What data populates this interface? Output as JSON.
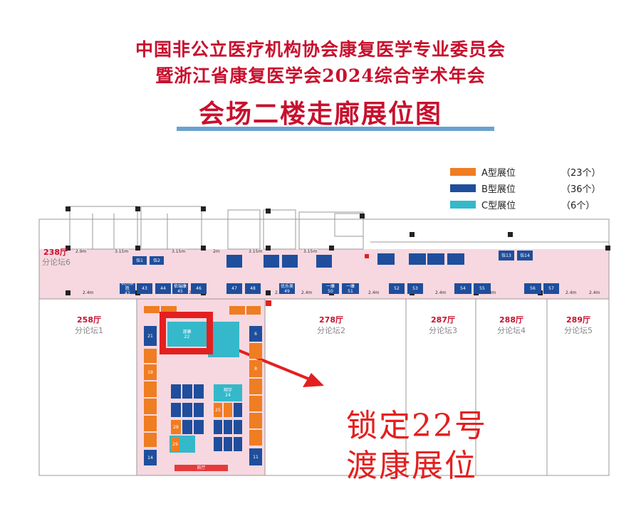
{
  "title": {
    "line1": "中国非公立医疗机构协会康复医学专业委员会",
    "line2": "暨浙江省康复医学会2024综合学术年会",
    "line3": "会场二楼走廊展位图"
  },
  "legend": [
    {
      "label": "A型展位",
      "count": "（23个）",
      "color": "#ef7d22"
    },
    {
      "label": "B型展位",
      "count": "（36个）",
      "color": "#1f4e9c"
    },
    {
      "label": "C型展位",
      "count": "（6个）",
      "color": "#35b8c9"
    }
  ],
  "halls": [
    {
      "name": "238厅",
      "sub": "分论坛6"
    },
    {
      "name": "258厅",
      "sub": "分论坛1"
    },
    {
      "name": "278厅",
      "sub": "分论坛2"
    },
    {
      "name": "287厅",
      "sub": "分论坛3"
    },
    {
      "name": "288厅",
      "sub": "分论坛4"
    },
    {
      "name": "289厅",
      "sub": "分论坛5"
    }
  ],
  "dimensions": [
    "2.9m",
    "3.15m",
    "3.15m",
    "2m",
    "3.15m",
    "3.15m",
    "2.4m",
    "2.4m",
    "2.4m",
    "2.4m",
    "2.4m",
    "2.4m",
    "2.4m",
    "2.4m",
    "2.4m",
    "2.4m"
  ],
  "booths": {
    "corridor_top": [
      "伍1",
      "伍2",
      "伍13",
      "伍14"
    ],
    "corridor_row": [
      {
        "t": "杭州景胜",
        "n": "42"
      },
      {
        "t": "",
        "n": "43"
      },
      {
        "t": "",
        "n": "44"
      },
      {
        "t": "依瑞康",
        "n": "45"
      },
      {
        "t": "",
        "n": "46"
      },
      {
        "t": "",
        "n": "47"
      },
      {
        "t": "",
        "n": "48"
      },
      {
        "t": "优乐美",
        "n": "49"
      },
      {
        "t": "一康",
        "n": "50"
      },
      {
        "t": "一康",
        "n": "51"
      },
      {
        "t": "",
        "n": "52"
      },
      {
        "t": "",
        "n": "53"
      },
      {
        "t": "",
        "n": "54"
      },
      {
        "t": "",
        "n": "55"
      },
      {
        "t": "",
        "n": "56"
      },
      {
        "t": "",
        "n": "57"
      }
    ],
    "highlight_booth": {
      "t": "渡康",
      "n": "22"
    },
    "center_c": {
      "t": "翔宇",
      "n": "24"
    },
    "left_col_nums": [
      "21",
      "19",
      "14"
    ],
    "right_col_nums": [
      "6",
      "8",
      "11"
    ],
    "orange_nums": [
      "25",
      "28",
      "29"
    ]
  },
  "exit_label": "前厅",
  "callout": {
    "line1": "锁定22号",
    "line2": "渡康展位"
  }
}
